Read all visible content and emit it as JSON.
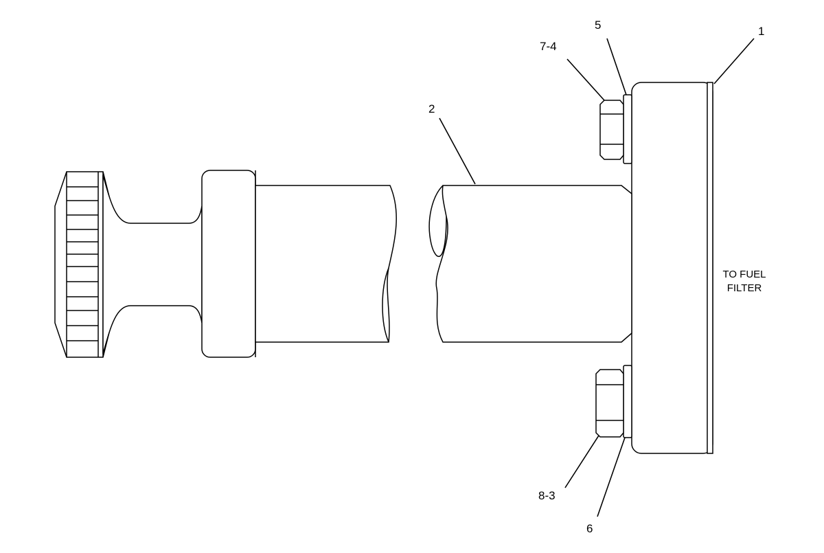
{
  "callouts": {
    "c1": "1",
    "c2": "2",
    "c5": "5",
    "c74": "7-4",
    "c83": "8-3",
    "c6": "6"
  },
  "note": {
    "line1": "TO FUEL",
    "line2": "FILTER"
  }
}
